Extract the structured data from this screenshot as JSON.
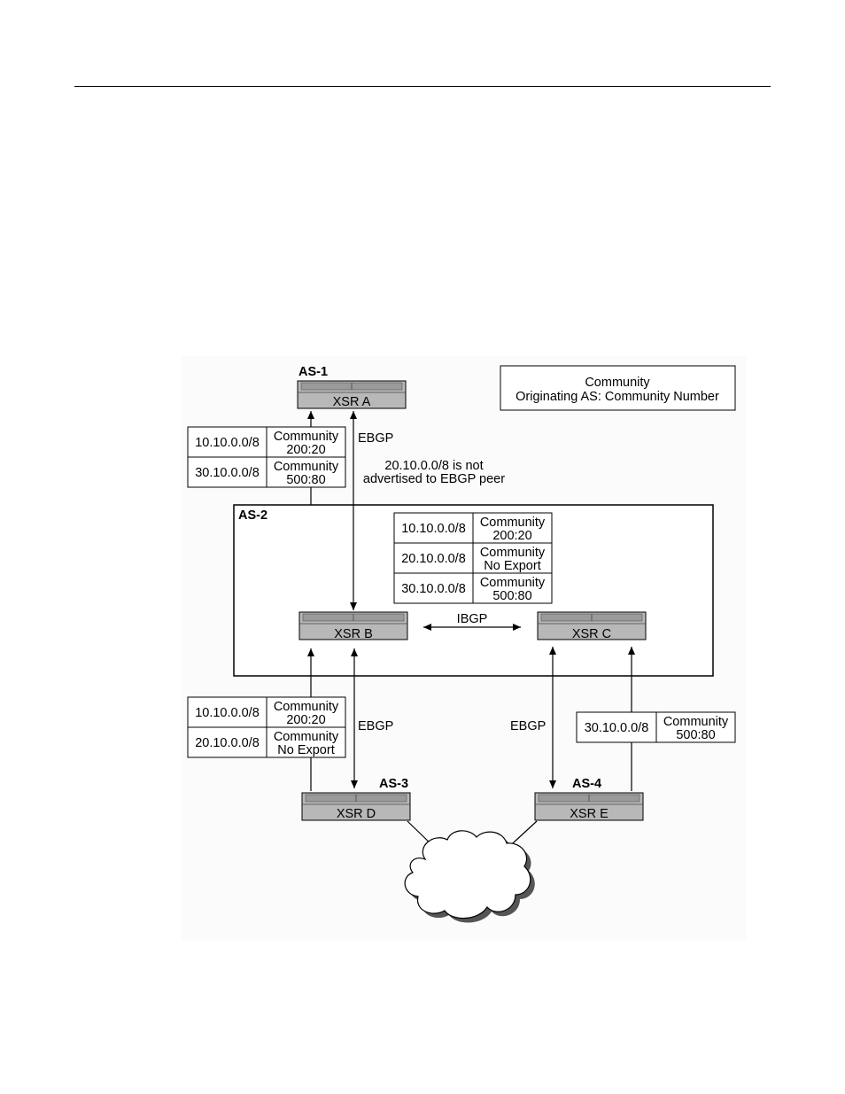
{
  "legend": {
    "line1": "Community",
    "line2": "Originating AS: Community Number"
  },
  "as_labels": {
    "as1": "AS-1",
    "as2": "AS-2",
    "as3": "AS-3",
    "as4": "AS-4"
  },
  "routers": {
    "a": "XSR A",
    "b": "XSR B",
    "c": "XSR C",
    "d": "XSR D",
    "e": "XSR E"
  },
  "links": {
    "ebgp_ab": "EBGP",
    "ibgp_bc": "IBGP",
    "ebgp_bd": "EBGP",
    "ebgp_ce": "EBGP",
    "note_line1": "20.10.0.0/8 is not",
    "note_line2": "advertised to EBGP peer"
  },
  "table_to_a": [
    {
      "prefix": "10.10.0.0/8",
      "community": "Community",
      "value": "200:20"
    },
    {
      "prefix": "30.10.0.0/8",
      "community": "Community",
      "value": "500:80"
    }
  ],
  "table_as2": [
    {
      "prefix": "10.10.0.0/8",
      "community": "Community",
      "value": "200:20"
    },
    {
      "prefix": "20.10.0.0/8",
      "community": "Community",
      "value": "No Export"
    },
    {
      "prefix": "30.10.0.0/8",
      "community": "Community",
      "value": "500:80"
    }
  ],
  "table_from_d": [
    {
      "prefix": "10.10.0.0/8",
      "community": "Community",
      "value": "200:20"
    },
    {
      "prefix": "20.10.0.0/8",
      "community": "Community",
      "value": "No Export"
    }
  ],
  "table_from_e": [
    {
      "prefix": "30.10.0.0/8",
      "community": "Community",
      "value": "500:80"
    }
  ]
}
